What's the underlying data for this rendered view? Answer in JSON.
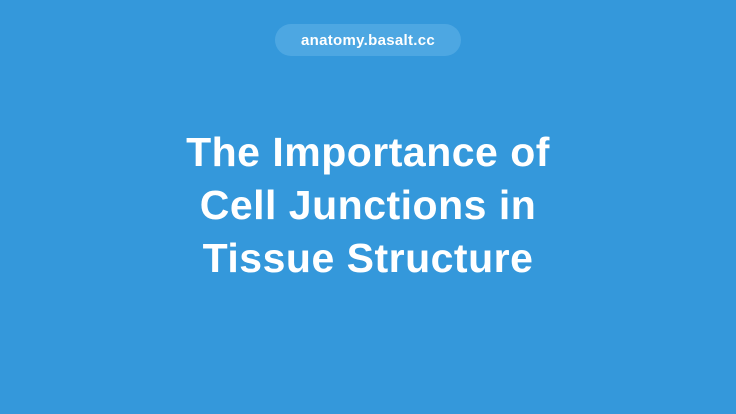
{
  "page": {
    "background_color": "#3498db",
    "text_color": "#ffffff",
    "badge": {
      "label": "anatomy.basalt.cc",
      "background_color": "#4da7e2",
      "text_color": "#ffffff"
    },
    "title": {
      "text": "The Importance of Cell Junctions in Tissue Structure",
      "lines": [
        "The Importance of",
        "Cell Junctions in",
        "Tissue Structure"
      ],
      "color": "#ffffff"
    }
  }
}
